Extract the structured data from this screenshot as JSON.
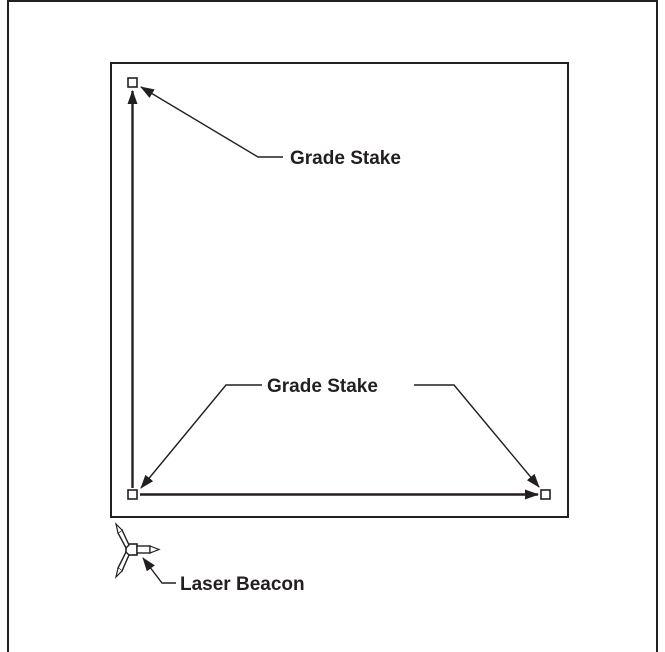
{
  "labels": {
    "top_stake": "Grade Stake",
    "bottom_stakes": "Grade Stake",
    "beacon": "Laser Beacon"
  },
  "colors": {
    "ink": "#231f20",
    "background": "#ffffff"
  }
}
